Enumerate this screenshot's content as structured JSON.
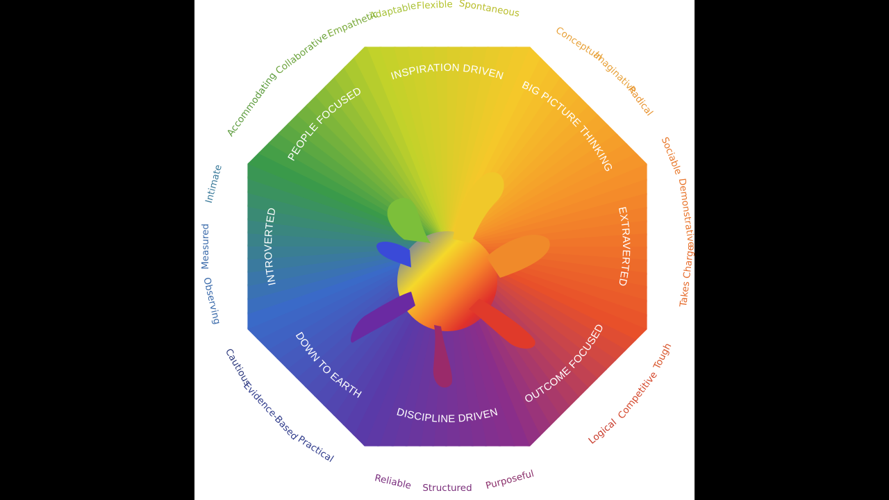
{
  "wheel": {
    "segments": [
      {
        "label": "INSPIRATION DRIVEN"
      },
      {
        "label": "BIG PICTURE THINKING"
      },
      {
        "label": "EXTRAVERTED"
      },
      {
        "label": "OUTCOME FOCUSED"
      },
      {
        "label": "DISCIPLINE DRIVEN"
      },
      {
        "label": "DOWN TO EARTH"
      },
      {
        "label": "INTROVERTED"
      },
      {
        "label": "PEOPLE FOCUSED"
      }
    ]
  },
  "traits": [
    {
      "text": "Adaptable",
      "color": "#a8c23a"
    },
    {
      "text": "Flexible",
      "color": "#b5c42e"
    },
    {
      "text": "Spontaneous",
      "color": "#b9bd2a"
    },
    {
      "text": "Conceptual",
      "color": "#e8a23a"
    },
    {
      "text": "Imaginative",
      "color": "#e8a23a"
    },
    {
      "text": "Radical",
      "color": "#e8932e"
    },
    {
      "text": "Sociable",
      "color": "#e8782a"
    },
    {
      "text": "Demonstrative",
      "color": "#e8742a"
    },
    {
      "text": "Takes Charge",
      "color": "#e56a2a"
    },
    {
      "text": "Tough",
      "color": "#d8542a"
    },
    {
      "text": "Competitive",
      "color": "#d4462a"
    },
    {
      "text": "Logical",
      "color": "#c83a2a"
    },
    {
      "text": "Purposeful",
      "color": "#8a2e6a"
    },
    {
      "text": "Structured",
      "color": "#7a2e7a"
    },
    {
      "text": "Reliable",
      "color": "#7a2e7e"
    },
    {
      "text": "Practical",
      "color": "#2e3a8a"
    },
    {
      "text": "Evidence-Based",
      "color": "#2e3a8a"
    },
    {
      "text": "Cautious",
      "color": "#2e3a7e"
    },
    {
      "text": "Observing",
      "color": "#3a6aaa"
    },
    {
      "text": "Measured",
      "color": "#3a6aaa"
    },
    {
      "text": "Intimate",
      "color": "#3a7a9a"
    },
    {
      "text": "Accommodating",
      "color": "#5a9a3a"
    },
    {
      "text": "Collaborative",
      "color": "#6aa23a"
    },
    {
      "text": "Empathetic",
      "color": "#7aaa3a"
    }
  ]
}
